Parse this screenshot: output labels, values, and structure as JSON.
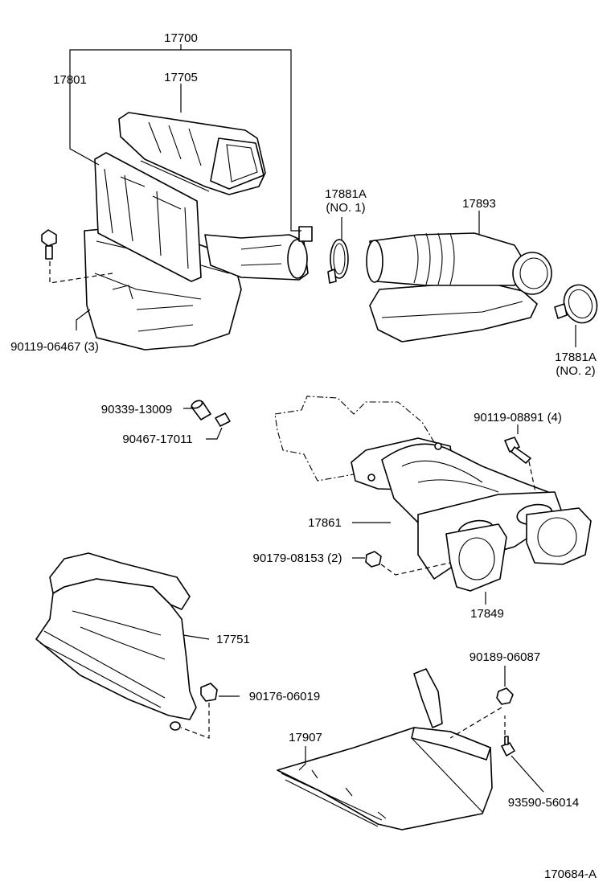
{
  "diagram_id": "170684-A",
  "labels": {
    "p17700": "17700",
    "p17801": "17801",
    "p17705": "17705",
    "p17881a_1": "17881A",
    "p17881a_1_sub": "(NO. 1)",
    "p17893": "17893",
    "p90119_06467": "90119-06467 (3)",
    "p17881a_2": "17881A",
    "p17881a_2_sub": "(NO. 2)",
    "p90339_13009": "90339-13009",
    "p90467_17011": "90467-17011",
    "p90119_08891": "90119-08891 (4)",
    "p17861": "17861",
    "p90179_08153": "90179-08153 (2)",
    "p17849": "17849",
    "p17751": "17751",
    "p90176_06019": "90176-06019",
    "p90189_06087": "90189-06087",
    "p17907": "17907",
    "p93590_56014": "93590-56014"
  },
  "colors": {
    "line": "#000000",
    "background": "#ffffff"
  }
}
